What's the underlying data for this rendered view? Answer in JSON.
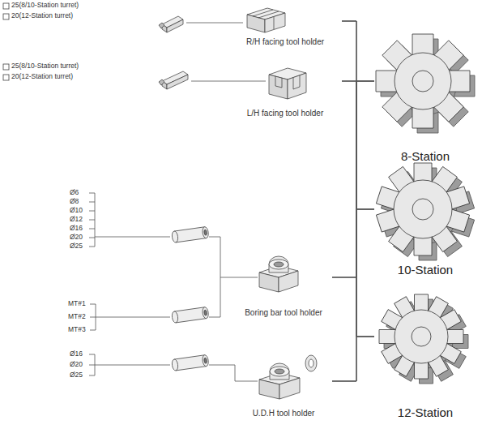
{
  "diagram": {
    "nodes": [
      {
        "text": [
          "R/H facing tool holder"
        ]
      },
      {
        "text": [
          "L/H facing tool holder"
        ]
      },
      {
        "text": [
          "Boring bar tool holder"
        ]
      },
      {
        "text": [
          "U.D.H tool holder"
        ]
      },
      {
        "text": [
          "8-Station"
        ]
      },
      {
        "text": [
          "10-Station"
        ]
      },
      {
        "text": [
          "12-Station"
        ]
      }
    ],
    "edges": [
      {
        "from": 0,
        "to": 4,
        "arrow": "none"
      },
      {
        "from": 0,
        "to": 5,
        "arrow": "none"
      },
      {
        "from": 0,
        "to": 6,
        "arrow": "none"
      },
      {
        "from": 1,
        "to": 4,
        "arrow": "none"
      },
      {
        "from": 1,
        "to": 5,
        "arrow": "none"
      },
      {
        "from": 1,
        "to": 6,
        "arrow": "none"
      },
      {
        "from": 2,
        "to": 4,
        "arrow": "none"
      },
      {
        "from": 2,
        "to": 5,
        "arrow": "none"
      },
      {
        "from": 2,
        "to": 6,
        "arrow": "none"
      },
      {
        "from": 3,
        "to": 4,
        "arrow": "none"
      },
      {
        "from": 3,
        "to": 5,
        "arrow": "none"
      },
      {
        "from": 3,
        "to": 6,
        "arrow": "none"
      }
    ],
    "labels": [
      "25(8/10-Station turret)",
      "20(12-Station turret)",
      "25(8/10-Station turret)",
      "20(12-Station turret)",
      "Ø6",
      "Ø8",
      "Ø10",
      "Ø12",
      "Ø16",
      "Ø20",
      "Ø25",
      "MT#1",
      "MT#2",
      "MT#3",
      "Ø16",
      "Ø20",
      "Ø25"
    ]
  }
}
